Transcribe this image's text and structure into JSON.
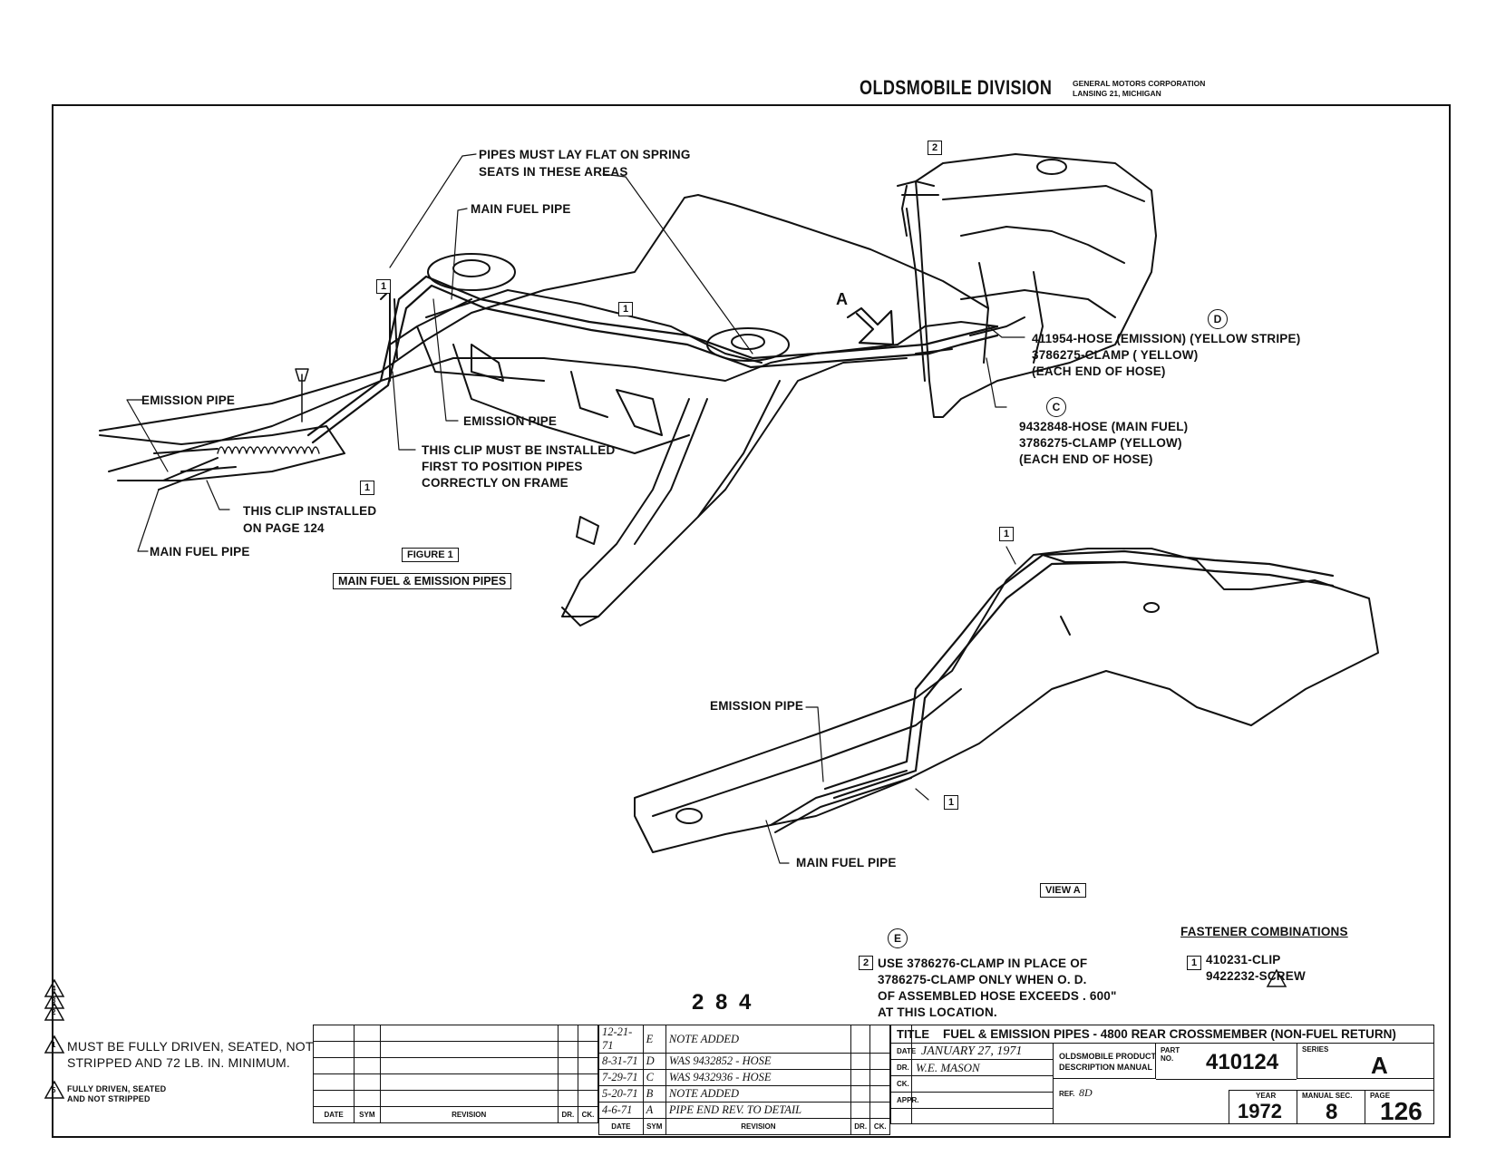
{
  "header": {
    "division": "OLDSMOBILE DIVISION",
    "corp_line1": "GENERAL MOTORS CORPORATION",
    "corp_line2": "LANSING 21, MICHIGAN"
  },
  "figure": {
    "number_label": "FIGURE 1",
    "title": "MAIN FUEL & EMISSION PIPES",
    "view_label": "VIEW A",
    "arrow_label": "A"
  },
  "callouts": {
    "pipes_flat_1": "PIPES MUST LAY FLAT ON SPRING",
    "pipes_flat_2": "SEATS IN THESE AREAS",
    "main_fuel_top": "MAIN FUEL PIPE",
    "emission_left": "EMISSION PIPE",
    "emission_mid": "EMISSION PIPE",
    "clip_first_1": "THIS CLIP MUST BE INSTALLED",
    "clip_first_2": "FIRST TO POSITION PIPES",
    "clip_first_3": "CORRECTLY ON FRAME",
    "clip_p124_1": "THIS CLIP INSTALLED",
    "clip_p124_2": "ON PAGE 124",
    "main_fuel_left": "MAIN FUEL PIPE",
    "emission_view": "EMISSION PIPE",
    "main_fuel_view": "MAIN FUEL PIPE"
  },
  "hose_d": {
    "marker": "D",
    "line1": "411954-HOSE (EMISSION) (YELLOW STRIPE)",
    "line2": "3786275-CLAMP ( YELLOW)",
    "line3": "(EACH END OF HOSE)"
  },
  "hose_c": {
    "marker": "C",
    "line1": "9432848-HOSE (MAIN FUEL)",
    "line2": "3786275-CLAMP (YELLOW)",
    "line3": "(EACH END OF HOSE)"
  },
  "note_e": {
    "marker": "E",
    "ref": "2",
    "line1": "USE 3786276-CLAMP IN PLACE OF",
    "line2": "3786275-CLAMP ONLY WHEN O. D.",
    "line3": "OF ASSEMBLED HOSE EXCEEDS . 600\"",
    "line4": "AT THIS LOCATION."
  },
  "fasteners": {
    "heading": "FASTENER COMBINATIONS",
    "ref": "1",
    "line1": "410231-CLIP",
    "line2": "9422232-SCREW"
  },
  "markers": {
    "one": "1",
    "two": "2"
  },
  "page_stamp": "2 8 4",
  "notes_left": {
    "n4": "4",
    "n3": "3",
    "n2": "2",
    "n1": "1",
    "n1_text_1": "MUST BE FULLY DRIVEN, SEATED, NOT",
    "n1_text_2": "STRIPPED AND 72 LB. IN. MINIMUM.",
    "n5": "5",
    "n5_text_1": "FULLY DRIVEN, SEATED",
    "n5_text_2": "AND NOT STRIPPED"
  },
  "revision_cols": {
    "date": "DATE",
    "sym": "SYM",
    "revision": "REVISION",
    "dr": "DR.",
    "ck": "CK."
  },
  "revisions": [
    {
      "date": "12-21-71",
      "sym": "E",
      "text": "NOTE ADDED"
    },
    {
      "date": "8-31-71",
      "sym": "D",
      "text": "WAS 9432852 - HOSE"
    },
    {
      "date": "7-29-71",
      "sym": "C",
      "text": "WAS 9432936 - HOSE"
    },
    {
      "date": "5-20-71",
      "sym": "B",
      "text": "NOTE ADDED"
    },
    {
      "date": "4-6-71",
      "sym": "A",
      "text": "PIPE END REV. TO DETAIL"
    }
  ],
  "title_block": {
    "title_label": "TITLE",
    "title": "FUEL & EMISSION PIPES - 4800 REAR CROSSMEMBER (NON-FUEL RETURN)",
    "date_label": "DATE",
    "date_value": "JANUARY 27, 1971",
    "dr_label": "DR.",
    "dr_value": "W.E. MASON",
    "ck_label": "CK.",
    "appr_label": "APPR.",
    "manual_1": "OLDSMOBILE PRODUCT",
    "manual_2": "DESCRIPTION MANUAL",
    "part_label": "PART NO.",
    "part_no": "410124",
    "series_label": "SERIES",
    "series": "A",
    "ref_label": "REF.",
    "ref_value": "8D",
    "year_label": "YEAR",
    "year": "1972",
    "manual_sec_label": "MANUAL SEC.",
    "manual_sec": "8",
    "page_label": "PAGE",
    "page": "126"
  }
}
